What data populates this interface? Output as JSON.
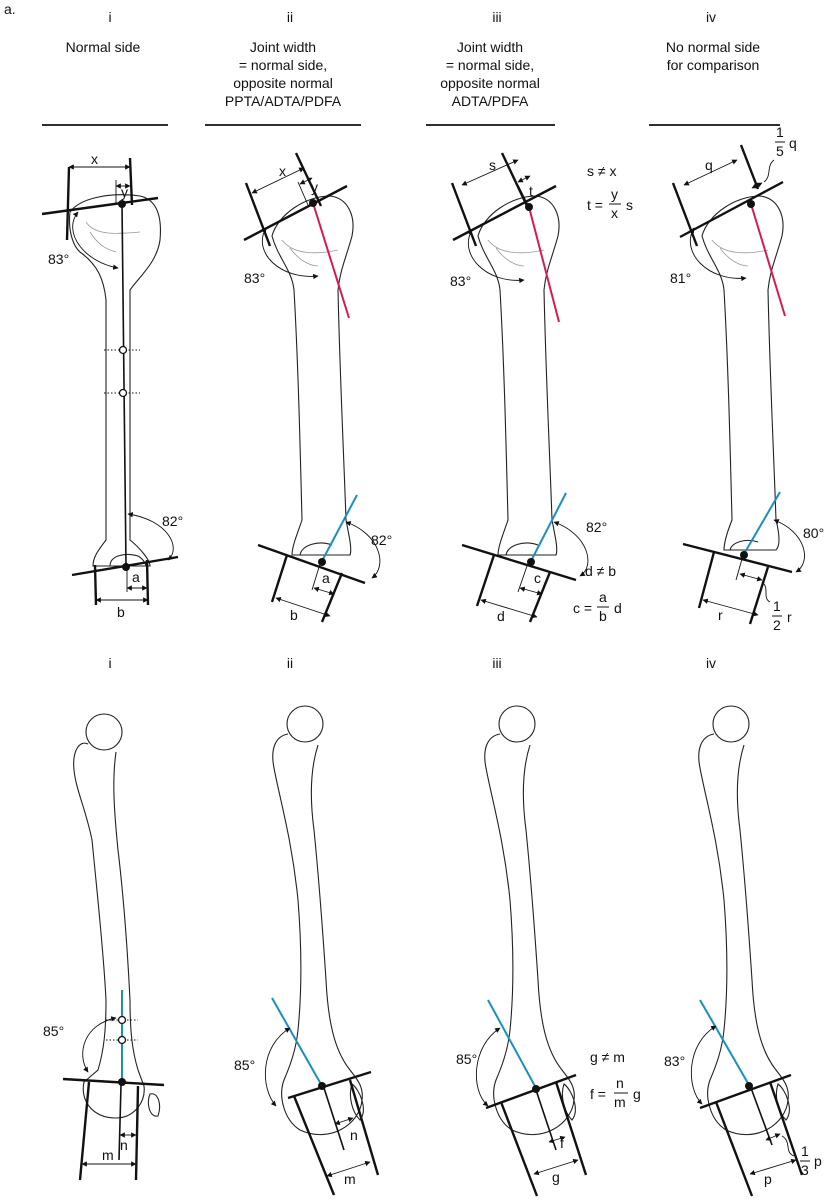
{
  "panel_label": "a.",
  "top_columns": [
    {
      "numeral": "i",
      "heading": [
        "Normal side"
      ]
    },
    {
      "numeral": "ii",
      "heading": [
        "Joint width",
        "= normal side,",
        "opposite normal",
        "PPTA/ADTA/PDFA"
      ]
    },
    {
      "numeral": "iii",
      "heading": [
        "Joint width",
        "= normal side,",
        "opposite normal",
        "ADTA/PDFA"
      ]
    },
    {
      "numeral": "iv",
      "heading": [
        "No normal side",
        "for comparison"
      ]
    }
  ],
  "bottom_numerals": [
    "i",
    "ii",
    "iii",
    "iv"
  ],
  "tibia_angles": {
    "i": {
      "proximal": "83°",
      "distal": "82°"
    },
    "ii": {
      "proximal": "83°",
      "distal": "82°"
    },
    "iii": {
      "proximal": "83°",
      "distal": "82°"
    },
    "iv": {
      "proximal": "81°",
      "distal": "80°"
    }
  },
  "femur_angles": {
    "i": "85°",
    "ii": "85°",
    "iii": "85°",
    "iv": "83°"
  },
  "labels": {
    "x": "x",
    "y": "y",
    "a": "a",
    "b": "b",
    "s": "s",
    "t": "t",
    "c": "c",
    "d": "d",
    "q": "q",
    "r": "r",
    "m": "m",
    "n": "n",
    "f": "f",
    "g": "g",
    "p": "p"
  },
  "formulas": {
    "s_ne_x": "s ≠ x",
    "t_lhs": "t =",
    "t_num": "y",
    "t_den": "x",
    "t_var": "s",
    "d_ne_b": "d ≠ b",
    "c_lhs": "c =",
    "c_num": "a",
    "c_den": "b",
    "c_var": "d",
    "g_ne_m": "g ≠ m",
    "f_lhs": "f =",
    "f_num": "n",
    "f_den": "m",
    "f_var": "g",
    "q_num": "1",
    "q_den": "5",
    "q_var": "q",
    "r_num": "1",
    "r_den": "2",
    "r_var": "r",
    "p_num": "1",
    "p_den": "3",
    "p_var": "p"
  },
  "colors": {
    "mechanical_axis_red": "#d81b4a",
    "anatomic_axis_blue": "#1b8fbf",
    "ink": "#111111"
  }
}
